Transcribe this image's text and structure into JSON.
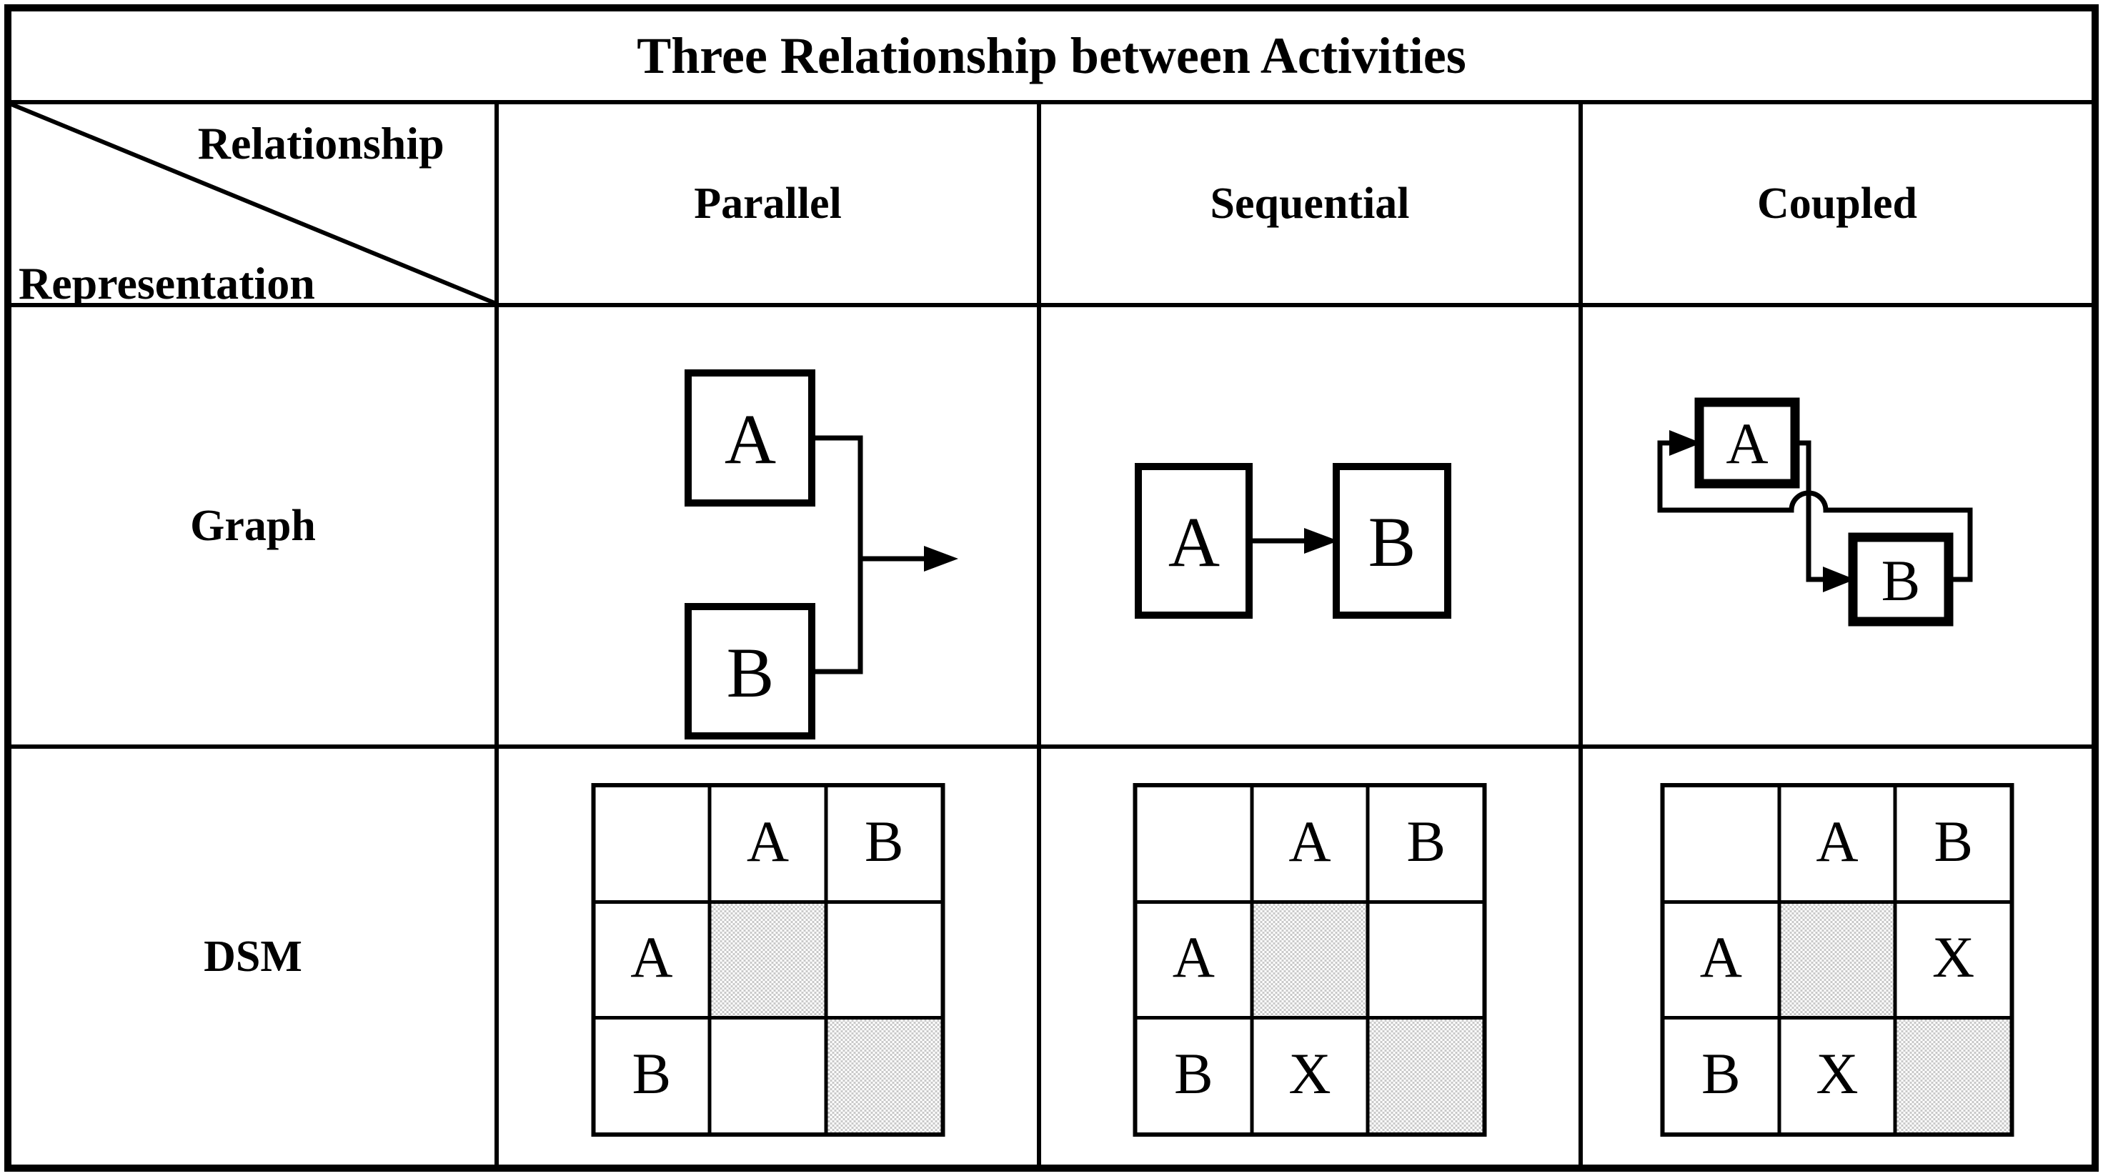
{
  "title": "Three Relationship between Activities",
  "corner": {
    "top_right": "Relationship",
    "bottom_left": "Representation"
  },
  "columns": [
    "Parallel",
    "Sequential",
    "Coupled"
  ],
  "row_labels": [
    "Graph",
    "DSM"
  ],
  "graphs": {
    "parallel": {
      "a": "A",
      "b": "B"
    },
    "sequential": {
      "a": "A",
      "b": "B"
    },
    "coupled": {
      "a": "A",
      "b": "B"
    }
  },
  "dsm_grids": [
    {
      "name": "parallel",
      "shaded_marker": "#",
      "cells": [
        [
          "",
          "A",
          "B"
        ],
        [
          "A",
          "#",
          ""
        ],
        [
          "B",
          "",
          "#"
        ]
      ]
    },
    {
      "name": "sequential",
      "shaded_marker": "#",
      "cells": [
        [
          "",
          "A",
          "B"
        ],
        [
          "A",
          "#",
          ""
        ],
        [
          "B",
          "X",
          "#"
        ]
      ]
    },
    {
      "name": "coupled",
      "shaded_marker": "#",
      "cells": [
        [
          "",
          "A",
          "B"
        ],
        [
          "A",
          "#",
          "X"
        ],
        [
          "B",
          "X",
          "#"
        ]
      ]
    }
  ],
  "colors": {
    "line": "#000000",
    "shade": "#c9c9c9",
    "background": "#ffffff"
  }
}
